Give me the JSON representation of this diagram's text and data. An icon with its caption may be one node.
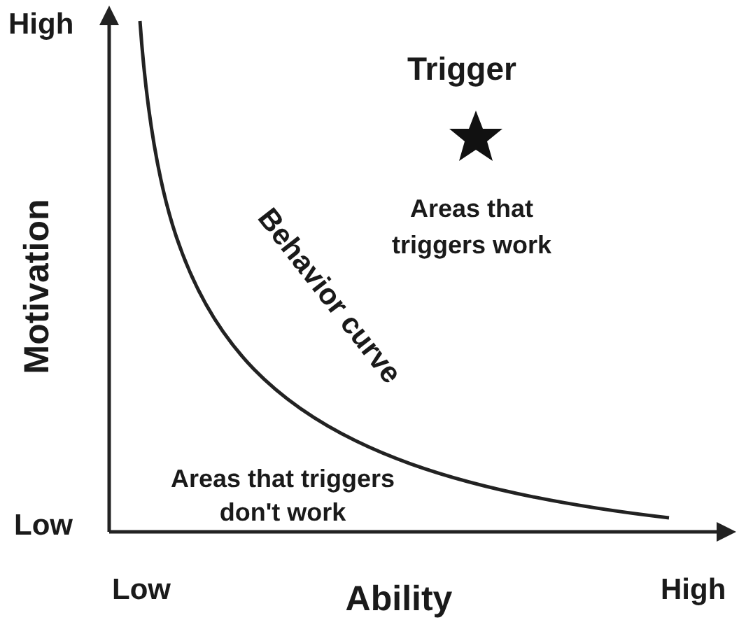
{
  "diagram": {
    "labels": [
      "High",
      "Motivation",
      "Low",
      "Trigger",
      "Areas that triggers work",
      "Behavior curve",
      "Areas that triggers don't work",
      "Low",
      "Ability",
      "High"
    ]
  }
}
